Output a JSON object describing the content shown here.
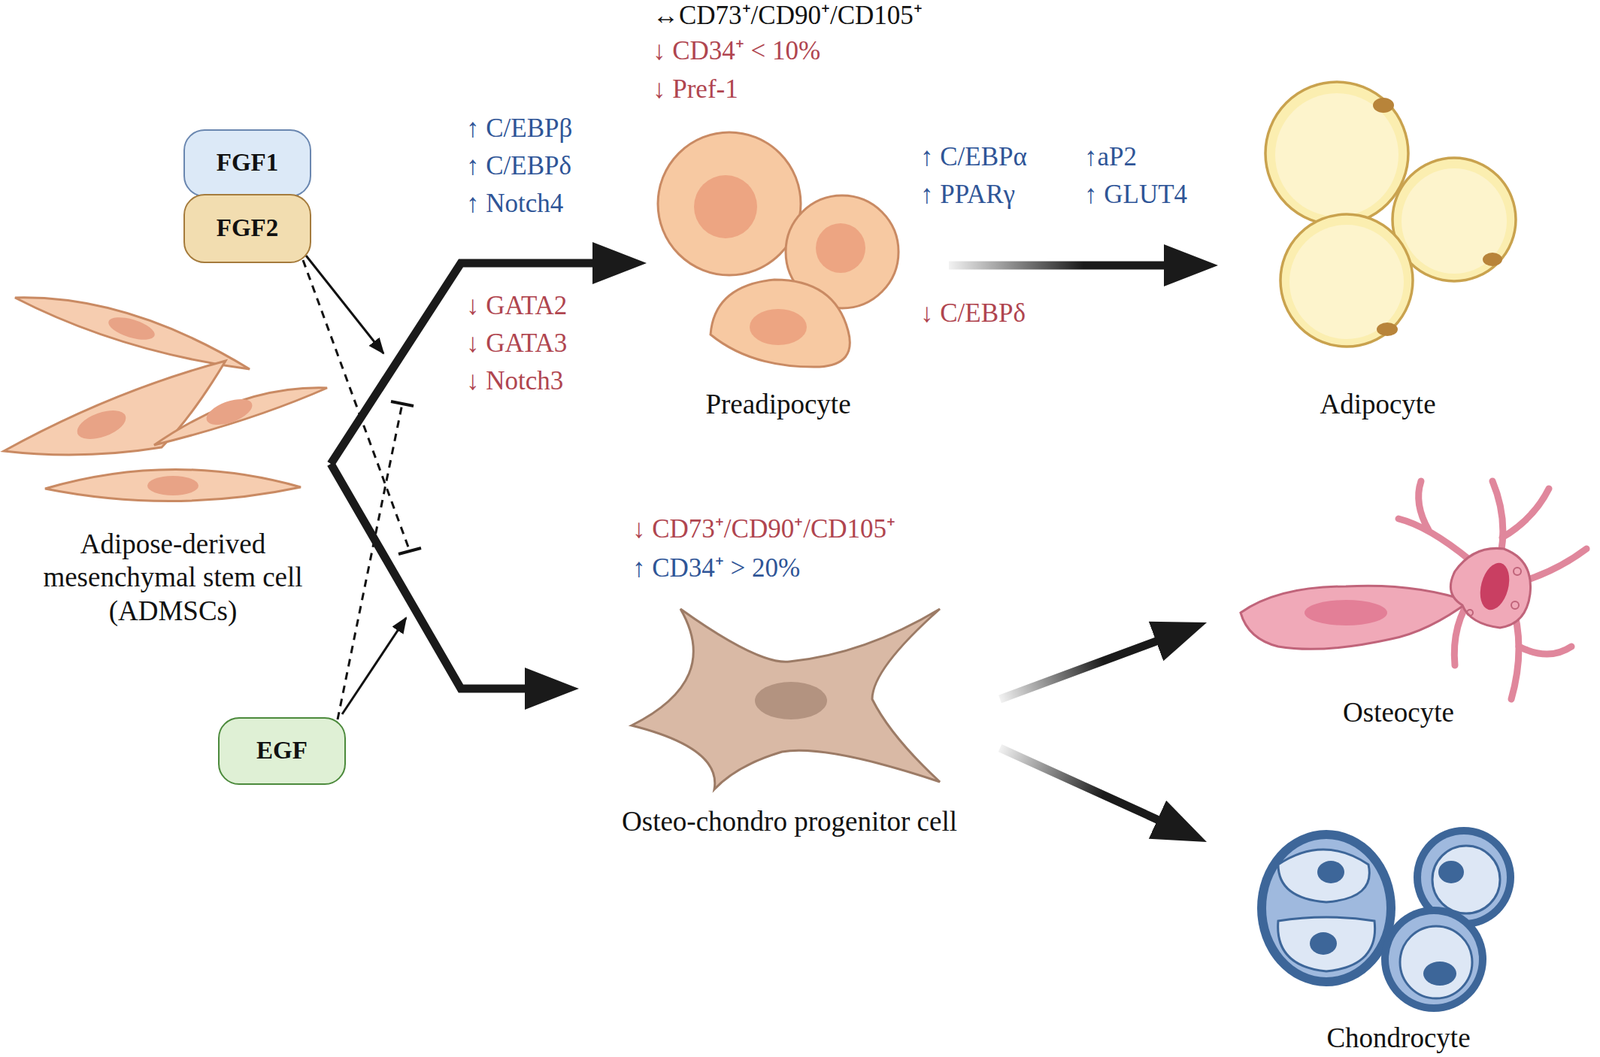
{
  "diagram": {
    "nodes": [
      {
        "text": [
          "FGF1"
        ]
      },
      {
        "text": [
          "FGF2"
        ]
      },
      {
        "text": [
          "Adipose-derived mesenchymal stem cell (ADMSCs)"
        ]
      },
      {
        "text": [
          "Preadipocyte"
        ]
      },
      {
        "text": [
          "Adipocyte"
        ]
      },
      {
        "text": [
          "Osteo-chondro progenitor cell"
        ]
      },
      {
        "text": [
          "Osteocyte"
        ]
      },
      {
        "text": [
          "Chondrocyte"
        ]
      },
      {
        "text": [
          "EGF"
        ]
      }
    ],
    "edges": [
      {
        "from": 2,
        "to": 3,
        "arrow": "to"
      },
      {
        "from": 2,
        "to": 5,
        "arrow": "to"
      },
      {
        "from": 3,
        "to": 4,
        "arrow": "to"
      },
      {
        "from": 5,
        "to": 6,
        "arrow": "to"
      },
      {
        "from": 5,
        "to": 7,
        "arrow": "to"
      }
    ],
    "labels": [
      "↔CD73⁺/CD90⁺/CD105⁺",
      "↓ CD34⁺ < 10%",
      "↓ Pref-1",
      "↑ C/EBPβ",
      "↑ C/EBPδ",
      "↑ Notch4",
      "↓ GATA2",
      "↓ GATA3",
      "↓ Notch3",
      "↑ C/EBPα",
      "↑ PPARγ",
      "↑aP2",
      "↑ GLUT4",
      "↓ C/EBPδ",
      "↓ CD73⁺/CD90⁺/CD105⁺",
      "↑ CD34⁺ > 20%"
    ]
  }
}
